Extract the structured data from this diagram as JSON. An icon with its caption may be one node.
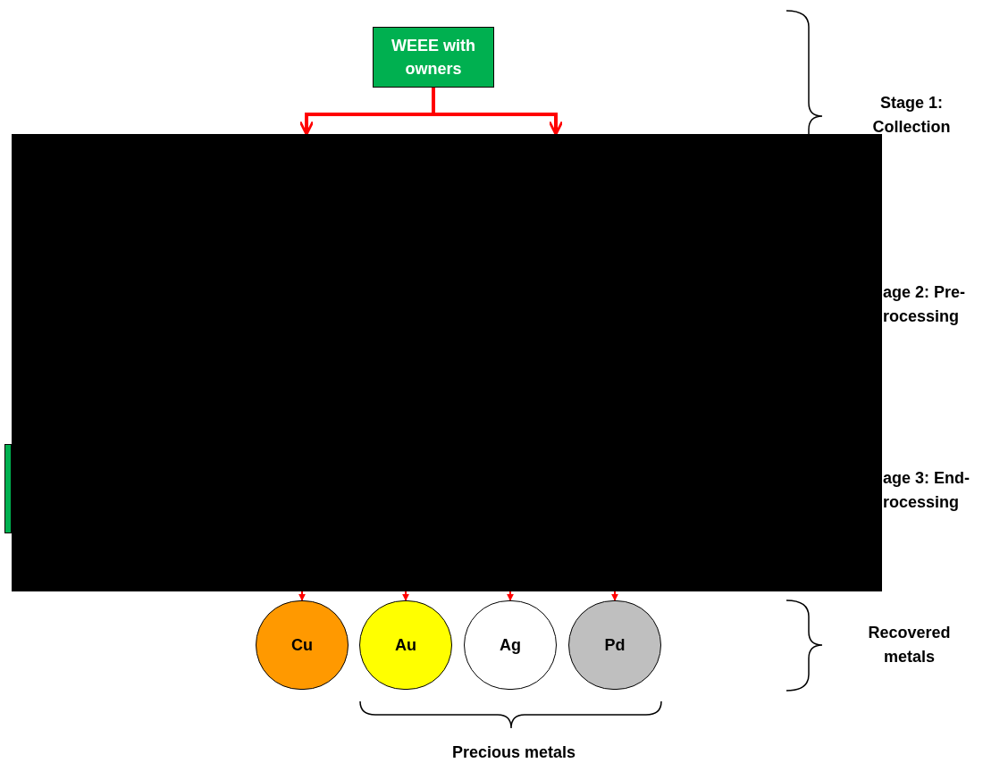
{
  "diagram": {
    "nodes": [
      {
        "text": [
          "WEEE with owners"
        ]
      },
      {
        "text": [],
        "shape": "box"
      },
      {
        "text": [],
        "shape": "box"
      },
      {
        "text": [
          "Cu"
        ]
      },
      {
        "text": [
          "Au"
        ]
      },
      {
        "text": [
          "Ag"
        ]
      },
      {
        "text": [
          "Pd"
        ]
      }
    ],
    "edges": [
      {
        "from": 0,
        "to": 1,
        "arrow": "to",
        "style": "thick"
      },
      {
        "from": 0,
        "to": 1,
        "arrow": "to",
        "style": "thick"
      },
      {
        "from": 1,
        "to": 3,
        "arrow": "to"
      },
      {
        "from": 1,
        "to": 4,
        "arrow": "to"
      },
      {
        "from": 1,
        "to": 5,
        "arrow": "to"
      },
      {
        "from": 1,
        "to": 6,
        "arrow": "to"
      }
    ],
    "labels": [
      "Stage 1: Collection",
      "age 2: Pre- rocessing",
      "age 3: End- rocessing",
      "Recovered metals",
      "Precious metals"
    ]
  }
}
